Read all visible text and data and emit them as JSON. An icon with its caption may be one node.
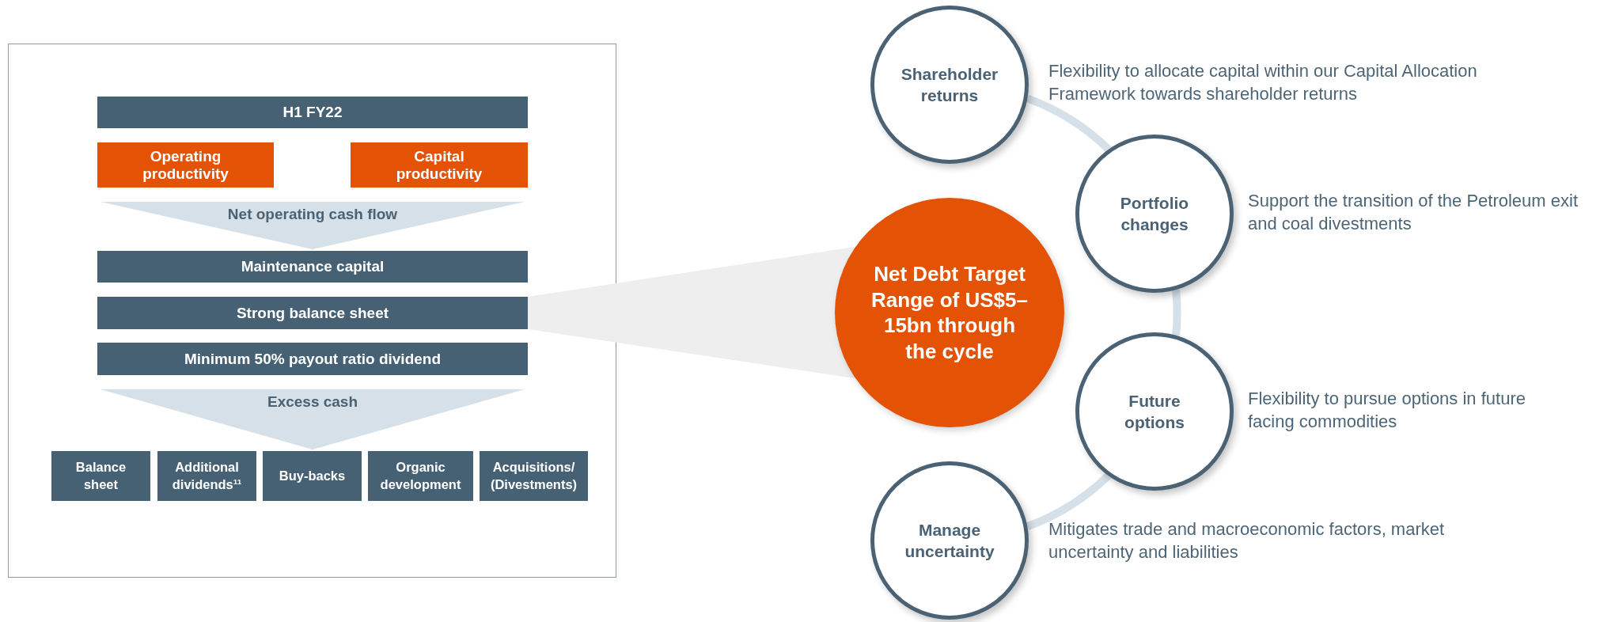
{
  "diagram": {
    "nodes": [
      {
        "text": [
          "H1 FY22"
        ]
      },
      {
        "text": [
          "Operating productivity"
        ]
      },
      {
        "text": [
          "Capital productivity"
        ]
      },
      {
        "text": [
          "Maintenance capital"
        ]
      },
      {
        "text": [
          "Strong balance sheet"
        ]
      },
      {
        "text": [
          "Minimum 50% payout ratio dividend"
        ]
      },
      {
        "text": [
          "Balance sheet"
        ]
      },
      {
        "text": [
          "Additional dividends$^{11}$"
        ]
      },
      {
        "text": [
          "Buy-backs"
        ]
      },
      {
        "text": [
          "Organic development"
        ]
      },
      {
        "text": [
          "Acquisitions/ (Divestments)"
        ]
      },
      {
        "text": [
          "Net Debt Target Range of US$5–15bn through the cycle"
        ]
      },
      {
        "text": [
          "Shareholder returns"
        ],
        "beside": [
          "Flexibility to allocate capital within our Capital Allocation Framework towards shareholder returns"
        ]
      },
      {
        "text": [
          "Portfolio changes"
        ],
        "beside": [
          "Support the transition of the Petroleum exit and coal divestments"
        ]
      },
      {
        "text": [
          "Future options"
        ],
        "beside": [
          "Flexibility to pursue options in future facing commodities"
        ]
      },
      {
        "text": [
          "Manage uncertainty"
        ],
        "beside": [
          "Mitigates trade and macroeconomic factors, market uncertainty and liabilities"
        ]
      }
    ],
    "edges": [
      {
        "from": 1,
        "to": 3,
        "arrow": "to",
        "label": "Net operating cash flow"
      },
      {
        "from": 2,
        "to": 3,
        "arrow": "to"
      },
      {
        "from": 5,
        "to": 8,
        "arrow": "to",
        "label": "Excess cash"
      },
      {
        "from": 4,
        "to": 11,
        "arrow": "none",
        "style": "thick",
        "color": "#eeeeee"
      },
      {
        "from": 12,
        "to": 13,
        "arrow": "none",
        "style": "thick"
      },
      {
        "from": 13,
        "to": 14,
        "arrow": "none",
        "style": "thick"
      },
      {
        "from": 14,
        "to": 15,
        "arrow": "none",
        "style": "thick"
      }
    ]
  }
}
